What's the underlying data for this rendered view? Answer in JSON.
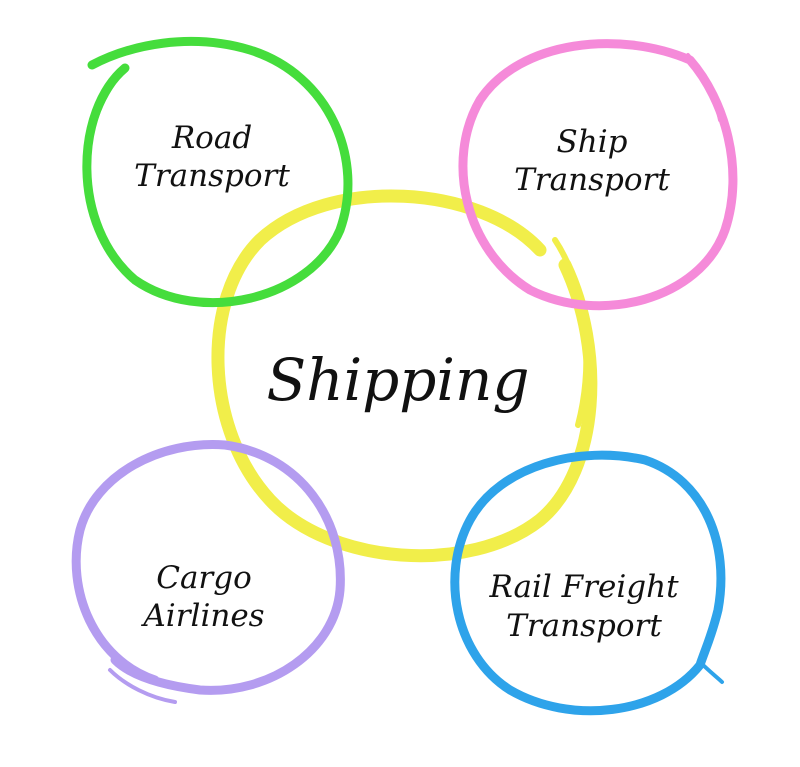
{
  "diagram": {
    "center": {
      "lines": [
        "Shipping"
      ],
      "color": "#f1ee4a"
    },
    "nodes": [
      {
        "id": "road",
        "lines": [
          "Road",
          "Transport"
        ],
        "color": "#45dd3c",
        "icon": "circle-outline-icon"
      },
      {
        "id": "ship",
        "lines": [
          "Ship",
          "Transport"
        ],
        "color": "#f58ad9",
        "icon": "circle-outline-icon"
      },
      {
        "id": "cargo",
        "lines": [
          "Cargo",
          "Airlines"
        ],
        "color": "#b49cf0",
        "icon": "circle-outline-icon"
      },
      {
        "id": "rail",
        "lines": [
          "Rail Freight",
          "Transport"
        ],
        "color": "#2ea3ea",
        "icon": "circle-outline-icon"
      }
    ]
  }
}
